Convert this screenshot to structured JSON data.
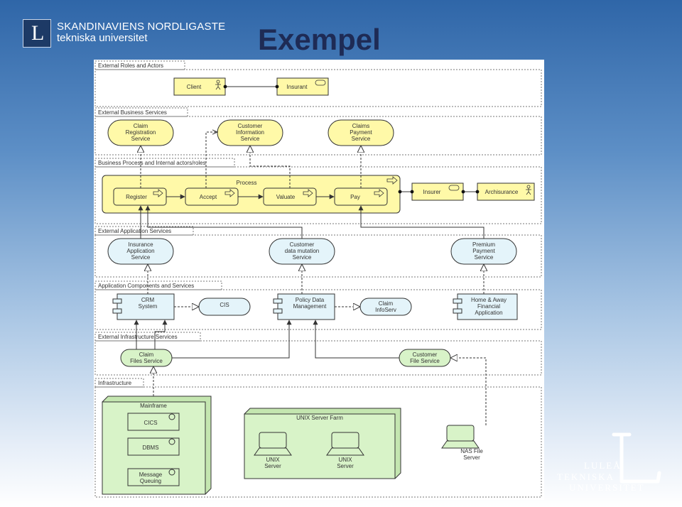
{
  "header": {
    "university_line1": "SKANDINAVIENS NORDLIGASTE",
    "university_line2": "tekniska universitet",
    "logo_letter": "L",
    "slide_title": "Exempel"
  },
  "footer_logo": {
    "line1": "LULEÅ",
    "line2": "TEKNISKA",
    "line3": "UNIVERSITET"
  },
  "diagram": {
    "layers": {
      "external_roles": "External Roles and Actors",
      "external_business_services": "External Business Services",
      "business_process": "Business Process and Internal actors/roles",
      "external_application_services": "External Application Services",
      "application_components": "Application Components and Services",
      "external_infrastructure": "External Infrastructure Services",
      "infrastructure": "Infrastructure"
    },
    "actors": {
      "client": "Client",
      "insurant": "Insurant",
      "insurer": "Insurer",
      "archisurance": "Archisurance"
    },
    "business_services": {
      "claim_registration": [
        "Claim",
        "Registration",
        "Service"
      ],
      "customer_information": [
        "Customer",
        "Information",
        "Service"
      ],
      "claims_payment": [
        "Claims",
        "Payment",
        "Service"
      ]
    },
    "process": {
      "label": "Process",
      "register": "Register",
      "accept": "Accept",
      "valuate": "Valuate",
      "pay": "Pay"
    },
    "app_services": {
      "insurance_application": [
        "Insurance",
        "Application",
        "Service"
      ],
      "customer_data_mutation": [
        "Customer",
        "data mutation",
        "Service"
      ],
      "premium_payment": [
        "Premium",
        "Payment",
        "Service"
      ]
    },
    "components": {
      "crm": [
        "CRM",
        "System"
      ],
      "cis": "CIS",
      "policy_data": [
        "Policy Data",
        "Management"
      ],
      "claim_infoserv": [
        "Claim",
        "InfoServ"
      ],
      "home_away": [
        "Home & Away",
        "Financial",
        "Application"
      ]
    },
    "infra_services": {
      "claim_files": [
        "Claim",
        "Files Service"
      ],
      "customer_file": [
        "Customer",
        "File Service"
      ]
    },
    "infrastructure": {
      "mainframe": "Mainframe",
      "cics": "CICS",
      "dbms": "DBMS",
      "message_queuing": [
        "Message",
        "Queuing"
      ],
      "unix_farm": "UNIX Server Farm",
      "unix_server_1": [
        "UNIX",
        "Server"
      ],
      "unix_server_2": [
        "UNIX",
        "Server"
      ],
      "nas": [
        "NAS File",
        "Server"
      ]
    }
  }
}
